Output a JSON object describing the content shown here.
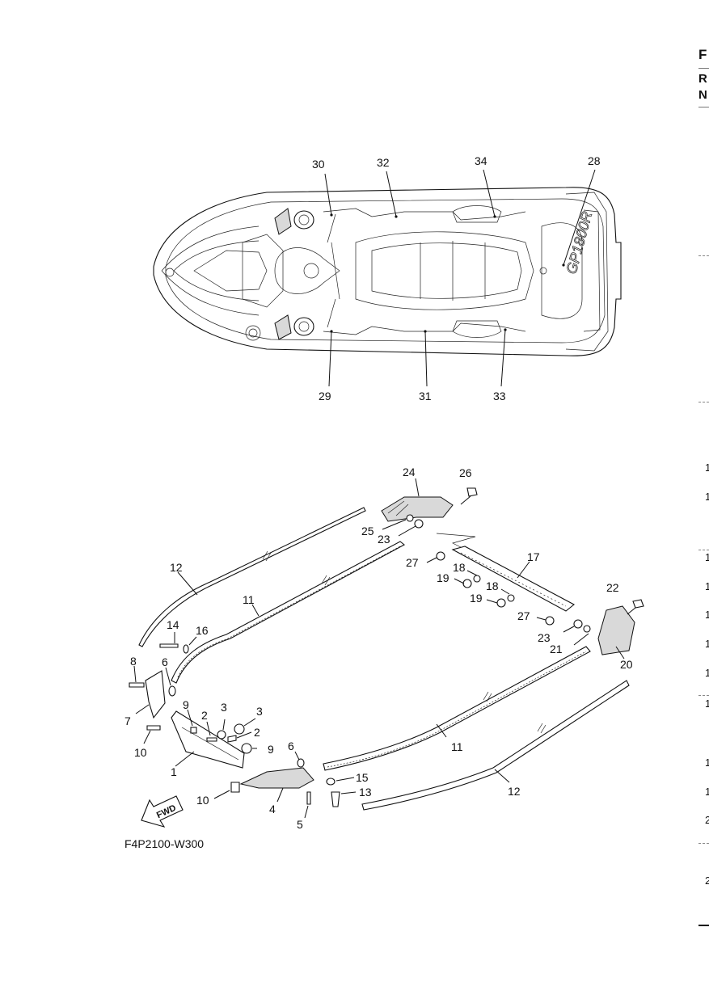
{
  "figure_code": "F4P2100-W300",
  "fwd_label": "FWD",
  "brand_text": "GP1800R",
  "margin": {
    "letters": [
      "F",
      "R",
      "N"
    ],
    "numbers": [
      "1",
      "1",
      "1",
      "1",
      "1",
      "1",
      "1",
      "1",
      "1",
      "1",
      "2",
      "2"
    ]
  },
  "callouts": {
    "c30": "30",
    "c32": "32",
    "c34": "34",
    "c28": "28",
    "c29": "29",
    "c31": "31",
    "c33": "33",
    "c24": "24",
    "c26": "26",
    "c25": "25",
    "c23a": "23",
    "c27a": "27",
    "c17": "17",
    "c18a": "18",
    "c19a": "19",
    "c18b": "18",
    "c19b": "19",
    "c22": "22",
    "c27b": "27",
    "c23b": "23",
    "c21": "21",
    "c20": "20",
    "c12a": "12",
    "c11a": "11",
    "c14": "14",
    "c16": "16",
    "c8": "8",
    "c6a": "6",
    "c7": "7",
    "c9a": "9",
    "c2a": "2",
    "c3a": "3",
    "c3b": "3",
    "c2b": "2",
    "c9b": "9",
    "c10a": "10",
    "c1": "1",
    "c6b": "6",
    "c15": "15",
    "c13": "13",
    "c10b": "10",
    "c4": "4",
    "c5": "5",
    "c11b": "11",
    "c12b": "12"
  }
}
